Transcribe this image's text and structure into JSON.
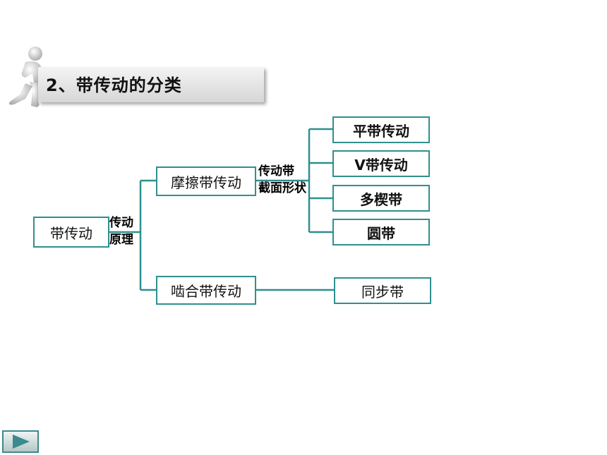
{
  "title": "2、带传动的分类",
  "nodes": {
    "root": "带传动",
    "friction": "摩擦带传动",
    "meshing": "啮合带传动",
    "flat": "平带传动",
    "v_belt": "V带传动",
    "multi_wedge": "多楔带",
    "round": "圆带",
    "synchronous": "同步带"
  },
  "edge_labels": {
    "principle_line1": "传动",
    "principle_line2": "原理",
    "section_line1": "传动带",
    "section_line2": "截面形状"
  },
  "colors": {
    "accent": "#2f8f8f",
    "title_bg": "#dcdcdc"
  },
  "icons": {
    "presenter_figure": "white-3d-person-icon",
    "next_slide": "play-arrow-icon"
  }
}
